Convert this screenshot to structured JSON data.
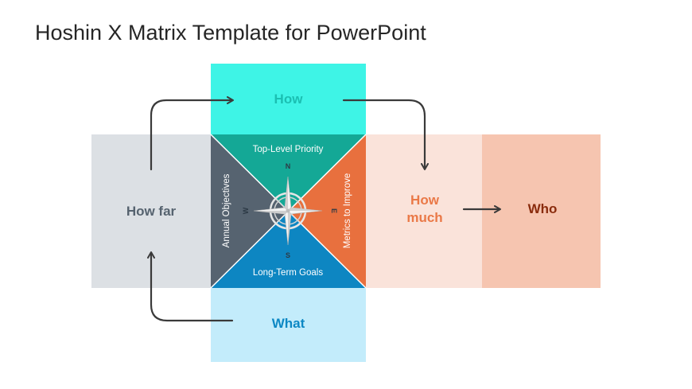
{
  "title": "Hoshin X Matrix Template for PowerPoint",
  "panels": {
    "how": {
      "label": "How",
      "bg": "#3ef4e6",
      "text_color": "#1bbfb2"
    },
    "what": {
      "label": "What",
      "bg": "#c3ecfb",
      "text_color": "#0d88c4"
    },
    "how_far": {
      "label": "How far",
      "bg": "#dce0e4",
      "text_color": "#56636f"
    },
    "how_much": {
      "label_line1": "How",
      "label_line2": "much",
      "bg": "#fae3da",
      "text_color": "#ea7947"
    },
    "who": {
      "label": "Who",
      "bg": "#f6c5b0",
      "text_color": "#8a2c0d"
    }
  },
  "matrix": {
    "top": {
      "label": "Top-Level Priority",
      "color": "#14a896"
    },
    "bottom": {
      "label": "Long-Term Goals",
      "color": "#0d86c2"
    },
    "left": {
      "label": "Annual Objectives",
      "color": "#566370"
    },
    "right": {
      "label": "Metrics to Improve",
      "color": "#e8703e"
    }
  },
  "compass": {
    "north": "N",
    "south": "S",
    "east": "E",
    "west": "W"
  },
  "arrow_color": "#3a3a3a"
}
